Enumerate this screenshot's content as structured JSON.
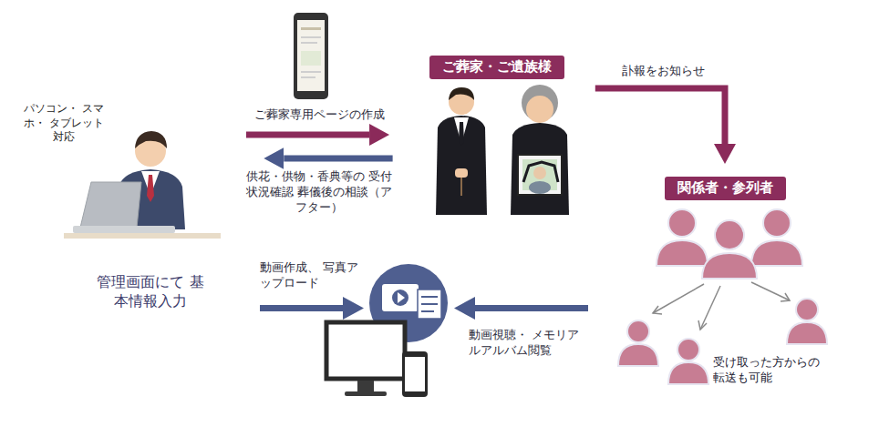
{
  "diagram": {
    "nodes": [
      {
        "text": [
          "管理画面にて 基本情報入力"
        ]
      },
      {
        "text": [
          "パソコン・ スマホ・ タブレット対応"
        ]
      },
      {
        "text": [
          "ご葬家・ご遺族様"
        ]
      },
      {
        "text": [
          "関係者・参列者",
          "受け取った方からの 転送も可能"
        ]
      }
    ],
    "edges": [
      {
        "from": 0,
        "to": 2,
        "label": "ご葬家専用ページの作成",
        "arrow": "to"
      },
      {
        "from": 2,
        "to": 0,
        "label": "供花・供物・香典等の 受付状況確認 葬儀後の相談（アフター）",
        "arrow": "to"
      },
      {
        "from": 2,
        "to": 3,
        "label": "訃報をお知らせ",
        "arrow": "to"
      }
    ],
    "labels": [
      "動画作成、 写真アップロード",
      "動画視聴・ メモリアルアルバム閲覧"
    ]
  }
}
